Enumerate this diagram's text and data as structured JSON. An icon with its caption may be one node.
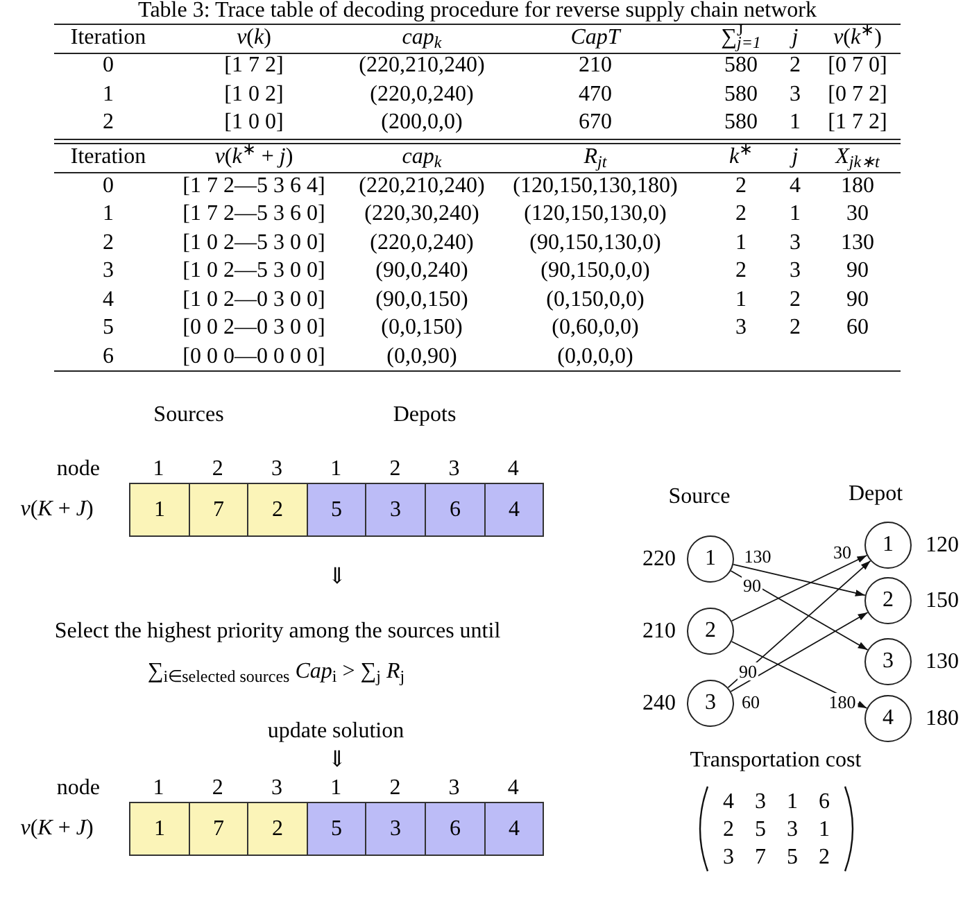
{
  "diagram": {
    "title": "Table 3: Trace table of decoding procedure for reverse supply chain network",
    "nodes": [
      {
        "text": [
          "1"
        ]
      },
      {
        "text": [
          "7"
        ]
      },
      {
        "text": [
          "2"
        ]
      },
      {
        "text": [
          "5"
        ]
      },
      {
        "text": [
          "3"
        ]
      },
      {
        "text": [
          "6"
        ]
      },
      {
        "text": [
          "4"
        ]
      },
      {
        "text": [
          "1"
        ]
      },
      {
        "text": [
          "7"
        ]
      },
      {
        "text": [
          "2"
        ]
      },
      {
        "text": [
          "5"
        ]
      },
      {
        "text": [
          "3"
        ]
      },
      {
        "text": [
          "6"
        ]
      },
      {
        "text": [
          "4"
        ]
      },
      {
        "text": [
          "1"
        ],
        "beside": [
          "220"
        ]
      },
      {
        "text": [
          "2"
        ],
        "beside": [
          "210"
        ]
      },
      {
        "text": [
          "3"
        ],
        "beside": [
          "240"
        ]
      },
      {
        "text": [
          "1"
        ],
        "beside": [
          "120"
        ]
      },
      {
        "text": [
          "2"
        ],
        "beside": [
          "150"
        ]
      },
      {
        "text": [
          "3"
        ],
        "beside": [
          "130"
        ]
      },
      {
        "text": [
          "4"
        ],
        "beside": [
          "180"
        ]
      }
    ],
    "edges": [
      {
        "from": 14,
        "to": 18,
        "arrow": "to",
        "label": "130"
      },
      {
        "from": 14,
        "to": 19,
        "arrow": "to",
        "label": "90"
      },
      {
        "from": 15,
        "to": 17,
        "arrow": "to",
        "label": "30"
      },
      {
        "from": 15,
        "to": 20,
        "arrow": "to",
        "label": "180"
      },
      {
        "from": 16,
        "to": 17,
        "arrow": "to",
        "label": "90"
      },
      {
        "from": 16,
        "to": 18,
        "arrow": "to",
        "label": "60"
      }
    ],
    "labels": [
      "Iteration",
      "*v*(*k*)",
      "*cap*$_{k}$",
      "CapT",
      "∑$^{J}$$_{j=1}$",
      "j",
      "*v*(*k*$^{∗}$)",
      "0",
      "[1 7 2]",
      "(220,210,240)",
      "210",
      "580",
      "2",
      "[0 7 0]",
      "1",
      "[1 0 2]",
      "(220,0,240)",
      "470",
      "580",
      "3",
      "[0 7 2]",
      "2",
      "[1 0 0]",
      "(200,0,0)",
      "670",
      "580",
      "1",
      "[1 7 2]",
      "Iteration",
      "*v*(*k*$^{∗}$ + *j*)",
      "*cap*$_{k}$",
      "*R*$_{jt}$",
      "*k*$^{∗}$",
      "j",
      "*X*$_{jk∗t}$",
      "0",
      "[1 7 2—5 3 6 4]",
      "(220,210,240)",
      "(120,150,130,180)",
      "2",
      "4",
      "180",
      "1",
      "[1 7 2—5 3 6 0]",
      "(220,30,240)",
      "(120,150,130,0)",
      "2",
      "1",
      "30",
      "2",
      "[1 0 2—5 3 0 0]",
      "(220,0,240)",
      "(90,150,130,0)",
      "1",
      "3",
      "130",
      "3",
      "[1 0 2—5 3 0 0]",
      "(90,0,240)",
      "(90,150,0,0)",
      "2",
      "3",
      "90",
      "4",
      "[1 0 2—0 3 0 0]",
      "(90,0,150)",
      "(0,150,0,0)",
      "1",
      "2",
      "90",
      "5",
      "[0 0 2—0 3 0 0]",
      "(0,0,150)",
      "(0,60,0,0)",
      "3",
      "2",
      "60",
      "6",
      "[0 0 0—0 0 0 0]",
      "(0,0,90)",
      "(0,0,0,0)",
      "Sources",
      "Depots",
      "node",
      "1",
      "2",
      "3",
      "1",
      "2",
      "3",
      "4",
      "*v*(*K* + *J*)",
      "⇓",
      "Select the highest priority among the sources until",
      "∑$_{i∈selected sources}$ *Cap*$_{i}$ > ∑$_{j}$ *R*$_{j}$",
      "update solution",
      "⇓",
      "node",
      "1",
      "2",
      "3",
      "1",
      "2",
      "3",
      "4",
      "*v*(*K* + *J*)",
      "Source",
      "Depot",
      "Transportation cost",
      "4",
      "3",
      "1",
      "6",
      "2",
      "5",
      "3",
      "1",
      "3",
      "7",
      "5",
      "2"
    ]
  }
}
